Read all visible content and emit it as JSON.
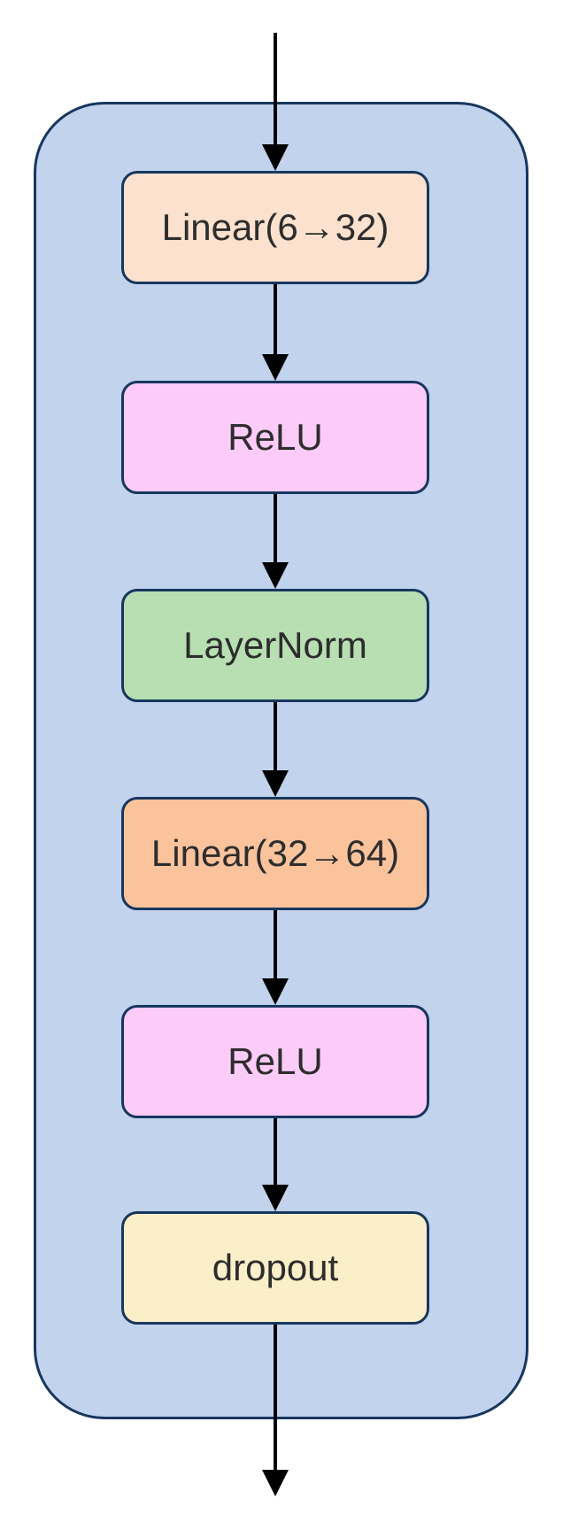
{
  "diagram": {
    "type": "flowchart",
    "description": "Sequential neural-network block: six layer nodes connected top-to-bottom by arrows inside one rounded container; an input arrow enters from the top and an output arrow exits at the bottom.",
    "colors": {
      "canvas_bg": "#FFFFFF",
      "container_fill": "#C2D3ED",
      "container_border": "#17375E",
      "node_border": "#17375E",
      "arrow": "#000000",
      "text": "#2D2D2D"
    },
    "nodes": [
      {
        "label": "Linear(6→32)",
        "fill": "#FBE1CE"
      },
      {
        "label": "ReLU",
        "fill": "#FCCBF8"
      },
      {
        "label": "LayerNorm",
        "fill": "#B7DFB2"
      },
      {
        "label": "Linear(32→64)",
        "fill": "#FAC39C"
      },
      {
        "label": "ReLU",
        "fill": "#FCCBF8"
      },
      {
        "label": "dropout",
        "fill": "#FBEFC9"
      }
    ],
    "edges": [
      {
        "from": "input",
        "to": "Linear(6→32)"
      },
      {
        "from": "Linear(6→32)",
        "to": "ReLU"
      },
      {
        "from": "ReLU",
        "to": "LayerNorm"
      },
      {
        "from": "LayerNorm",
        "to": "Linear(32→64)"
      },
      {
        "from": "Linear(32→64)",
        "to": "ReLU"
      },
      {
        "from": "ReLU",
        "to": "dropout"
      },
      {
        "from": "dropout",
        "to": "output"
      }
    ]
  }
}
